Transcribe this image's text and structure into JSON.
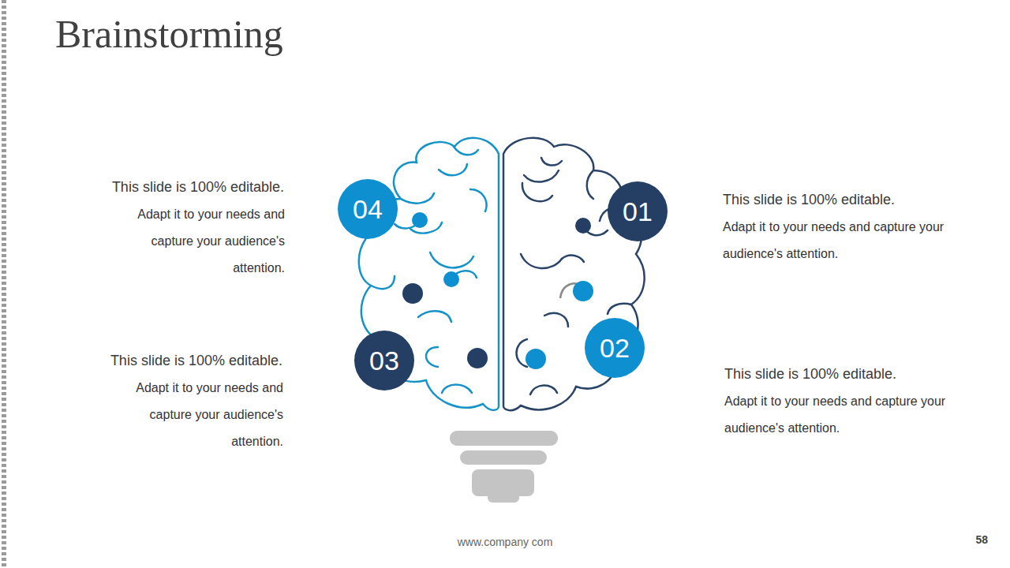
{
  "diagram": {
    "title": "Brainstorming",
    "nodes": [
      {
        "text": [
          "04"
        ]
      },
      {
        "text": [
          "01"
        ]
      },
      {
        "text": [
          "03"
        ]
      },
      {
        "text": [
          "02"
        ]
      }
    ],
    "labels": [
      "This slide is 100% editable.",
      "Adapt it to your needs and capture your audience's attention.",
      "This slide is 100% editable.",
      "Adapt it to your needs and capture your audience's attention.",
      "This slide is 100% editable.",
      "Adapt it to your needs and capture your audience's attention.",
      "This slide is 100% editable.",
      "Adapt it to your needs and capture your audience's attention.",
      "www.company com",
      "58"
    ]
  }
}
